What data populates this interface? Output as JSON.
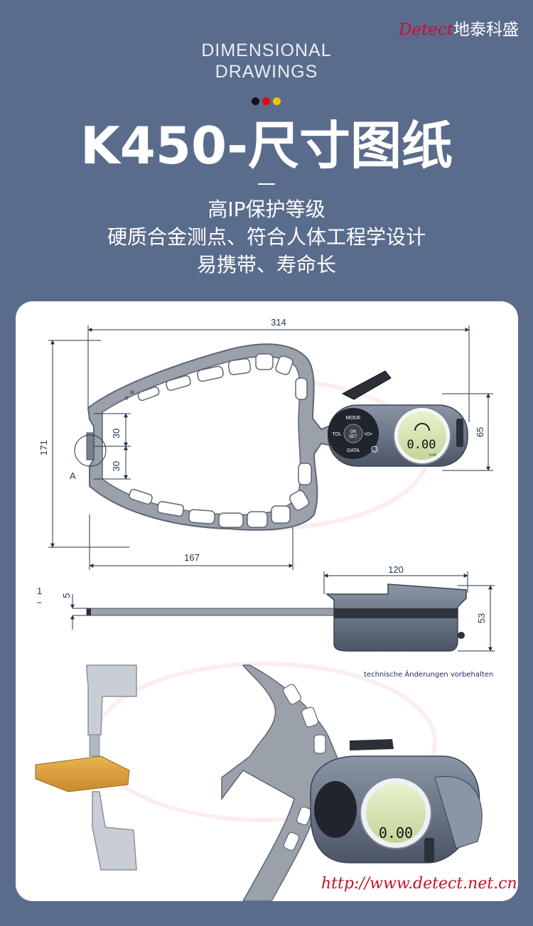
{
  "brand": {
    "en": "Detect",
    "cn": "地泰科盛"
  },
  "header": {
    "eyebrow_line1": "DIMENSIONAL",
    "eyebrow_line2": "DRAWINGS",
    "dot_colors": [
      "#111111",
      "#e30613",
      "#f6c200"
    ],
    "title": "K450-尺寸图纸"
  },
  "features": [
    "高IP保护等级",
    "硬质合金测点、符合人体工程学设计",
    "易携带、寿命长"
  ],
  "drawing": {
    "dim_width": "314",
    "dim_height": "171",
    "dim_upper": "30",
    "dim_lower": "30",
    "dim_body_height": "65",
    "dim_reach": "167",
    "dim_body_width": "120",
    "dim_thickness_a": "1",
    "dim_thickness_b": "5",
    "dim_depth": "53",
    "detail_label": "A",
    "btn_mode": "MODE",
    "btn_ok": "OK",
    "btn_set": "SET",
    "btn_tol": "TOL",
    "btn_data": "DATA",
    "btn_range": "<0>",
    "display_reading": "0.00",
    "display_reading_3d": "0.00",
    "scale_label": "0-50",
    "notice": "technische Änderungen vorbehalten"
  },
  "footer": {
    "url": "http://www.detect.net.cn"
  },
  "colors": {
    "background": "#5a6c8c",
    "accent": "#c8102e",
    "dimension": "#23344f"
  }
}
